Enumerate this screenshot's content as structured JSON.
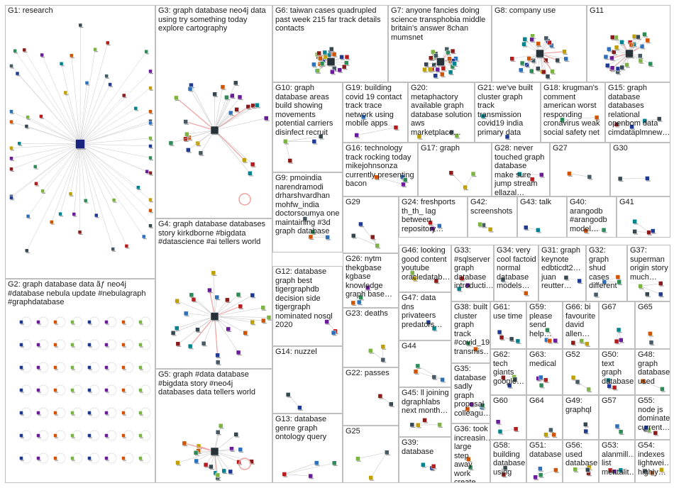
{
  "diagram": {
    "type": "network-graph-cluster-layout",
    "edge_color": "#c8c8c8",
    "highlight_edge_color": "#f0a0a0",
    "groups": [
      {
        "id": "G1",
        "label": "G1: research"
      },
      {
        "id": "G2",
        "label": "G2: graph database data ãƒ neo4j #database nebula update #nebulagraph #graphdatabase"
      },
      {
        "id": "G3",
        "label": "G3: graph database neo4j data using try something today explore cartography"
      },
      {
        "id": "G4",
        "label": "G4: graph database databases story kirkdborne #bigdata #datascience #ai tellers world"
      },
      {
        "id": "G5",
        "label": "G5: graph #data database #bigdata story #neo4j databases data tellers world"
      },
      {
        "id": "G6",
        "label": "G6: taiwan cases quadrupled past week 215 far track details contacts"
      },
      {
        "id": "G7",
        "label": "G7: anyone fancies doing science transphobia middle britain's answer 8chan mumsnet"
      },
      {
        "id": "G8",
        "label": "G8: company use"
      },
      {
        "id": "G11",
        "label": "G11"
      },
      {
        "id": "G10",
        "label": "G10: graph database areas build showing movements potential carriers disinfect recruit"
      },
      {
        "id": "G19",
        "label": "G19: building covid 19 contact track trace network using mobile apps"
      },
      {
        "id": "G20",
        "label": "G20: metaphactory available graph database solution aws marketplace…"
      },
      {
        "id": "G21",
        "label": "G21: we've built cluster graph track transmission covid19 india primary data"
      },
      {
        "id": "G18",
        "label": "G18: krugman's comment american worst responding cronavirus weak social safety net"
      },
      {
        "id": "G15",
        "label": "G15: graph database databases relational openbom data cimdataplmnew…"
      },
      {
        "id": "G16",
        "label": "G16: technology track rocking today mikejohnsonza currently presenting bacon"
      },
      {
        "id": "G17",
        "label": "G17: graph"
      },
      {
        "id": "G28",
        "label": "G28: never touched graph database make sure jump stream ellazal…"
      },
      {
        "id": "G27",
        "label": "G27"
      },
      {
        "id": "G30",
        "label": "G30"
      },
      {
        "id": "G9",
        "label": "G9: pmoindia narendramodi drharshvardhan mohfw_india doctorsoumya one maintaining #3d graph database"
      },
      {
        "id": "G29",
        "label": "G29"
      },
      {
        "id": "G24",
        "label": "G24: freshports th_th_ lag between repository…"
      },
      {
        "id": "G42",
        "label": "G42: screenshots"
      },
      {
        "id": "G43",
        "label": "G43: talk"
      },
      {
        "id": "G40",
        "label": "G40: arangodb #arangodb model…"
      },
      {
        "id": "G41",
        "label": "G41"
      },
      {
        "id": "G26",
        "label": "G26: nytm thekgbase kgbase knowledge graph base…"
      },
      {
        "id": "G46",
        "label": "G46: looking good content youtube oracledatab…"
      },
      {
        "id": "G33",
        "label": "G33: #sqlserver graph database introducti…"
      },
      {
        "id": "G34",
        "label": "G34: very cool factoid normal database models…"
      },
      {
        "id": "G31",
        "label": "G31: graph keynote edbticdt2… juan reutter…"
      },
      {
        "id": "G32",
        "label": "G32: graph shud cases different"
      },
      {
        "id": "G37",
        "label": "G37: superman origin story much…"
      },
      {
        "id": "G12",
        "label": "G12: database graph best tigergraphdb decision side tigergraph nominated nosql 2020"
      },
      {
        "id": "G23",
        "label": "G23: deaths"
      },
      {
        "id": "G47",
        "label": "G47: data dns privateers predators…"
      },
      {
        "id": "G38",
        "label": "G38: built cluster graph track #covid_19 transmis…"
      },
      {
        "id": "G61",
        "label": "G61: use time"
      },
      {
        "id": "G59",
        "label": "G59: please send help…"
      },
      {
        "id": "G66",
        "label": "G66: bi favourite david allen…"
      },
      {
        "id": "G67",
        "label": "G67"
      },
      {
        "id": "G65",
        "label": "G65"
      },
      {
        "id": "G14",
        "label": "G14: nuzzel"
      },
      {
        "id": "G44",
        "label": "G44"
      },
      {
        "id": "G62",
        "label": "G62: tech giants google…"
      },
      {
        "id": "G63",
        "label": "G63: medical"
      },
      {
        "id": "G52",
        "label": "G52"
      },
      {
        "id": "G50",
        "label": "G50: text graph database"
      },
      {
        "id": "G48",
        "label": "G48: graph database used"
      },
      {
        "id": "G22",
        "label": "G22: passes"
      },
      {
        "id": "G35",
        "label": "G35: database sadly graph proposal colleagu…"
      },
      {
        "id": "G45",
        "label": "G45: ll joining dgraphlabs next month…"
      },
      {
        "id": "G60",
        "label": "G60"
      },
      {
        "id": "G64",
        "label": "G64"
      },
      {
        "id": "G49",
        "label": "G49: graphql"
      },
      {
        "id": "G57",
        "label": "G57"
      },
      {
        "id": "G55",
        "label": "G55: node js dominate current…"
      },
      {
        "id": "G13",
        "label": "G13: database genre graph ontology query"
      },
      {
        "id": "G25",
        "label": "G25"
      },
      {
        "id": "G39",
        "label": "G39: database"
      },
      {
        "id": "G36",
        "label": "G36: took increasin… large step away work create…"
      },
      {
        "id": "G58",
        "label": "G58: building database using"
      },
      {
        "id": "G51",
        "label": "G51: database"
      },
      {
        "id": "G56",
        "label": "G56: used database"
      },
      {
        "id": "G53",
        "label": "G53: alanmill… list mentalit…"
      },
      {
        "id": "G54",
        "label": "G54: indexes lightwei… highly…"
      }
    ]
  }
}
